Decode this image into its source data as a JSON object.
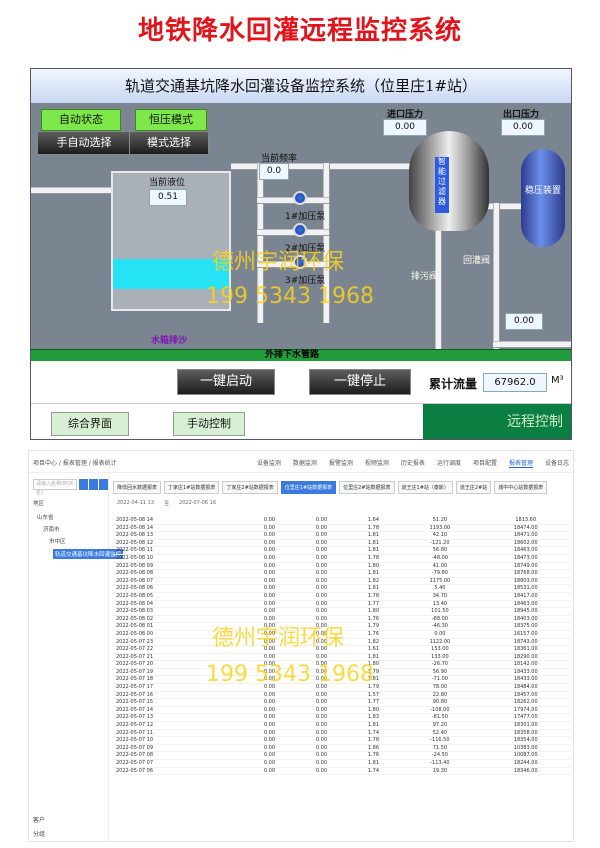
{
  "main_title": "地铁降水回灌远程监控系统",
  "scada": {
    "header": "轨道交通基坑降水回灌设备监控系统（位里庄1#站）",
    "btn_auto_status": "自动状态",
    "btn_manual_auto": "手自动选择",
    "btn_constant_pressure": "恒压模式",
    "btn_mode_select": "模式选择",
    "current_level_label": "当前液位",
    "current_level_value": "0.51",
    "current_freq_label": "当前频率",
    "current_freq_value": "0.0",
    "pump1": "1#加压泵",
    "pump2": "2#加压泵",
    "pump3": "3#加压泵",
    "inlet_pressure_label": "进口压力",
    "inlet_pressure_value": "0.00",
    "outlet_pressure_label": "出口压力",
    "outlet_pressure_value": "0.00",
    "filter_label": "智能过滤器",
    "tank_label": "稳压装置",
    "drain_valve": "排污阀",
    "recharge_valve": "回灌阀",
    "right_value": "0.00",
    "sand_drain": "水箱排沙",
    "outer_pipe": "外排下水管路",
    "btn_start": "一键启动",
    "btn_stop": "一键停止",
    "total_flow_label": "累计流量",
    "total_flow_value": "67962.0",
    "total_flow_unit": "M³",
    "btn_overview": "综合界面",
    "btn_manual": "手动控制",
    "remote_label": "远程控制"
  },
  "web": {
    "breadcrumb": "项目中心 / 报表管理 / 报表统计",
    "topnav": [
      "设备监测",
      "数据监测",
      "报警监测",
      "视频监测",
      "历史报表",
      "运行调度",
      "项目配置",
      "报表管理",
      "设备日志"
    ],
    "topnav_active": 7,
    "search_placeholder": "请输入名称(BOX名)",
    "tree": [
      "地区",
      "山东省",
      "济南市",
      "市中区",
      "轨道交通基坑降水回灌监控"
    ],
    "tabs": [
      "降低回水数据报表",
      "丁家庄1#站数据报表",
      "丁家庄2#站数据报表",
      "位里庄1#站数据报表",
      "位里庄2#站数据报表",
      "道王庄1#站（泰斯）",
      "道王庄2#站",
      "城中中心站数据报表"
    ],
    "tabs_active": 3,
    "date_from": "2022-04-11 13",
    "date_sep": "至",
    "date_to": "2022-07-06 16",
    "footer1": "客户",
    "footer2": "分组",
    "rows": [
      [
        "2022-05-08 14",
        "0.00",
        "0.00",
        "1.64",
        "51.20",
        "1813.60"
      ],
      [
        "2022-05-08 14",
        "0.00",
        "0.00",
        "1.78",
        "1193.00",
        "18474.00"
      ],
      [
        "2022-05-08 13",
        "0.00",
        "0.00",
        "1.81",
        "42.10",
        "18471.00"
      ],
      [
        "2022-05-08 12",
        "0.00",
        "0.00",
        "1.81",
        "-121.20",
        "18602.00"
      ],
      [
        "2022-05-08 11",
        "0.00",
        "0.00",
        "1.81",
        "56.80",
        "18463.00"
      ],
      [
        "2022-05-08 10",
        "0.00",
        "0.00",
        "1.78",
        "-48.00",
        "18473.00"
      ],
      [
        "2022-05-08 09",
        "0.00",
        "0.00",
        "1.80",
        "41.00",
        "18749.00"
      ],
      [
        "2022-05-08 08",
        "0.00",
        "0.00",
        "1.81",
        "-79.80",
        "18768.00"
      ],
      [
        "2022-05-08 07",
        "0.00",
        "0.00",
        "1.82",
        "1175.00",
        "18803.00"
      ],
      [
        "2022-05-08 06",
        "0.00",
        "0.00",
        "1.81",
        "5.40",
        "18531.00"
      ],
      [
        "2022-05-08 05",
        "0.00",
        "0.00",
        "1.78",
        "34.70",
        "18417.00"
      ],
      [
        "2022-05-08 04",
        "0.00",
        "0.00",
        "1.77",
        "13.40",
        "18463.00"
      ],
      [
        "2022-05-08 03",
        "0.00",
        "0.00",
        "1.80",
        "101.50",
        "18945.00"
      ],
      [
        "2022-05-08 02",
        "0.00",
        "0.00",
        "1.76",
        "-88.00",
        "18403.00"
      ],
      [
        "2022-05-08 01",
        "0.00",
        "0.00",
        "1.79",
        "-46.30",
        "18375.00"
      ],
      [
        "2022-05-08 00",
        "0.00",
        "0.00",
        "1.76",
        "0.00",
        "16157.00"
      ],
      [
        "2022-05-07 23",
        "0.00",
        "0.00",
        "1.82",
        "1122.00",
        "18743.00"
      ],
      [
        "2022-05-07 22",
        "0.00",
        "0.00",
        "1.61",
        "153.00",
        "18361.00"
      ],
      [
        "2022-05-07 21",
        "0.00",
        "0.00",
        "1.81",
        "133.00",
        "18290.00"
      ],
      [
        "2022-05-07 20",
        "0.00",
        "0.00",
        "1.80",
        "-26.70",
        "18142.00"
      ],
      [
        "2022-05-07 19",
        "0.00",
        "0.00",
        "1.79",
        "56.90",
        "18433.00"
      ],
      [
        "2022-05-07 18",
        "0.00",
        "0.00",
        "1.81",
        "-71.00",
        "18433.00"
      ],
      [
        "2022-05-07 17",
        "0.00",
        "0.00",
        "1.79",
        "78.00",
        "18484.00"
      ],
      [
        "2022-05-07 16",
        "0.00",
        "0.00",
        "1.57",
        "22.80",
        "18457.00"
      ],
      [
        "2022-05-07 15",
        "0.00",
        "0.00",
        "1.77",
        "90.80",
        "18262.00"
      ],
      [
        "2022-05-07 14",
        "0.00",
        "0.00",
        "1.80",
        "-108.00",
        "17974.00"
      ],
      [
        "2022-05-07 13",
        "0.00",
        "0.00",
        "1.83",
        "-81.50",
        "17477.00"
      ],
      [
        "2022-05-07 12",
        "0.00",
        "0.00",
        "1.81",
        "97.20",
        "18301.00"
      ],
      [
        "2022-05-07 11",
        "0.00",
        "0.00",
        "1.74",
        "52.40",
        "18358.00"
      ],
      [
        "2022-05-07 10",
        "0.00",
        "0.00",
        "1.78",
        "-116.50",
        "18354.00"
      ],
      [
        "2022-05-07 09",
        "0.00",
        "0.00",
        "1.86",
        "71.50",
        "10383.00"
      ],
      [
        "2022-05-07 08",
        "0.00",
        "0.00",
        "1.76",
        "-24.50",
        "10087.00"
      ],
      [
        "2022-05-07 07",
        "0.00",
        "0.00",
        "1.81",
        "-113.40",
        "18244.00"
      ],
      [
        "2022-05-07 06",
        "0.00",
        "0.00",
        "1.74",
        "19.30",
        "18346.00"
      ]
    ]
  },
  "watermark": {
    "name": "德州宇润环保",
    "phone": "199 5343 1968"
  }
}
